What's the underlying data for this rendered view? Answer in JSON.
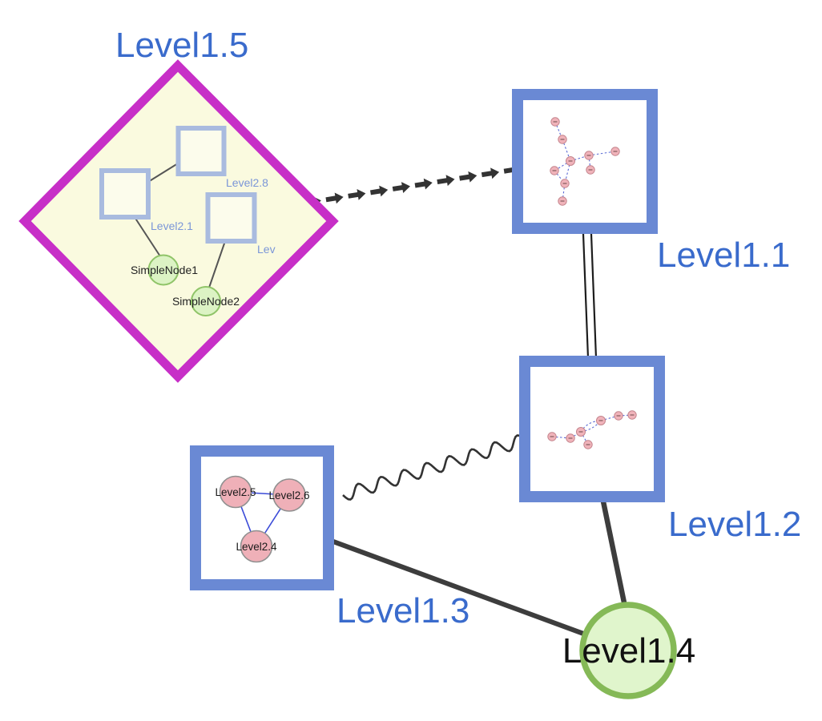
{
  "colors": {
    "background": "#ffffff",
    "label_blue": "#3a6bcc",
    "diamond_border": "#c72fc7",
    "diamond_fill": "#fafadf",
    "inner_square_fill": "#fcfcec",
    "inner_square_border": "#a9bbdf",
    "inner_label_blue": "#7b96d8",
    "group_border": "#6a89d4",
    "group_fill": "#ffffff",
    "green_node_fill": "#dcf3c4",
    "green_node_stroke": "#8fc468",
    "level14_fill": "#e0f5cc",
    "level14_stroke": "#85b957",
    "pink_node_fill": "#f0b3ba",
    "pink_node_stroke": "#c4858d",
    "pink_big_fill": "#efb0b8",
    "pink_big_stroke": "#909090",
    "edge_dark": "#3d3d3d",
    "inner_edge_blue": "#3b4bd8",
    "mini_edge_blue": "#5b6bd5",
    "label_black": "#111111"
  },
  "level15": {
    "label": "Level1.5",
    "shape": "diamond",
    "children": {
      "level28": {
        "label": "Level2.8",
        "shape": "square"
      },
      "level21": {
        "label": "Level2.1",
        "shape": "square"
      },
      "lev": {
        "label": "Lev",
        "shape": "square"
      },
      "simplenode1": {
        "label": "SimpleNode1",
        "shape": "circle"
      },
      "simplenode2": {
        "label": "SimpleNode2",
        "shape": "circle"
      }
    }
  },
  "level11": {
    "label": "Level1.1",
    "shape": "square",
    "content": "mini graph of 9 small pink nodes with dashed blue edges"
  },
  "level12": {
    "label": "Level1.2",
    "shape": "square",
    "content": "mini graph of 7 small pink nodes with dashed blue edges"
  },
  "level13": {
    "label": "Level1.3",
    "shape": "square",
    "children": {
      "level25": {
        "label": "Level2.5"
      },
      "level26": {
        "label": "Level2.6"
      },
      "level24": {
        "label": "Level2.4"
      }
    }
  },
  "level14": {
    "label": "Level1.4",
    "shape": "circle"
  },
  "edges": [
    {
      "from": "Level1.5",
      "to": "Level1.1",
      "style": "dashed-arrow-chain"
    },
    {
      "from": "Level1.1",
      "to": "Level1.2",
      "style": "double-line"
    },
    {
      "from": "Level1.3",
      "to": "Level1.2",
      "style": "wavy"
    },
    {
      "from": "Level1.3",
      "to": "Level1.4",
      "style": "solid"
    },
    {
      "from": "Level1.2",
      "to": "Level1.4",
      "style": "solid"
    }
  ]
}
